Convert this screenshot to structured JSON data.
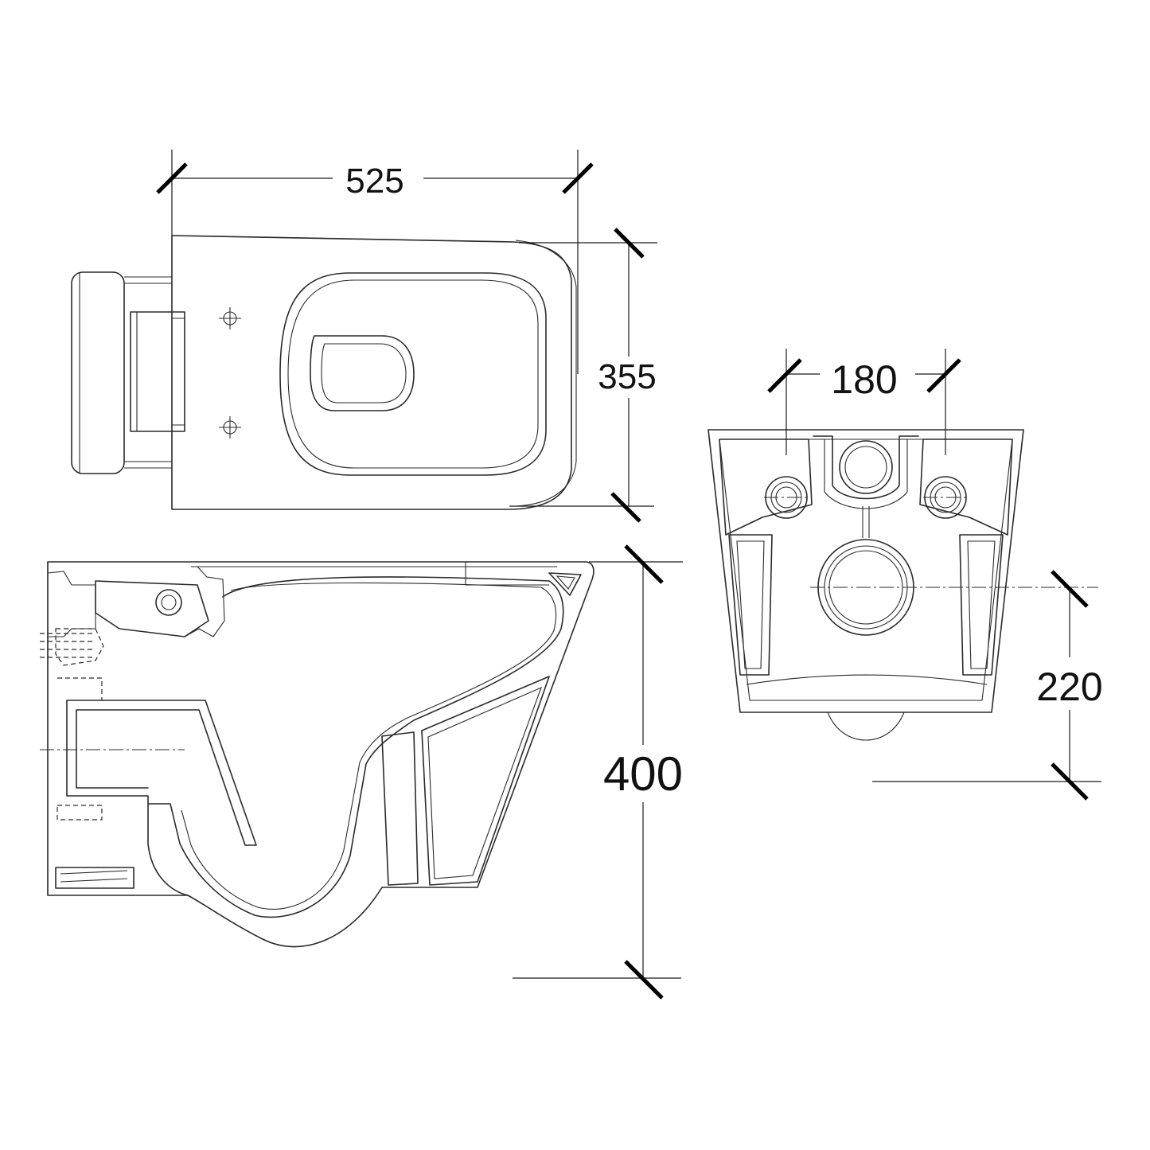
{
  "dimensions": {
    "top_width": "525",
    "top_depth": "355",
    "bolt_spacing": "180",
    "height": "400",
    "outlet_height": "220"
  },
  "colors": {
    "line": "#2a2a2a",
    "tick": "#000000",
    "background": "#ffffff"
  }
}
